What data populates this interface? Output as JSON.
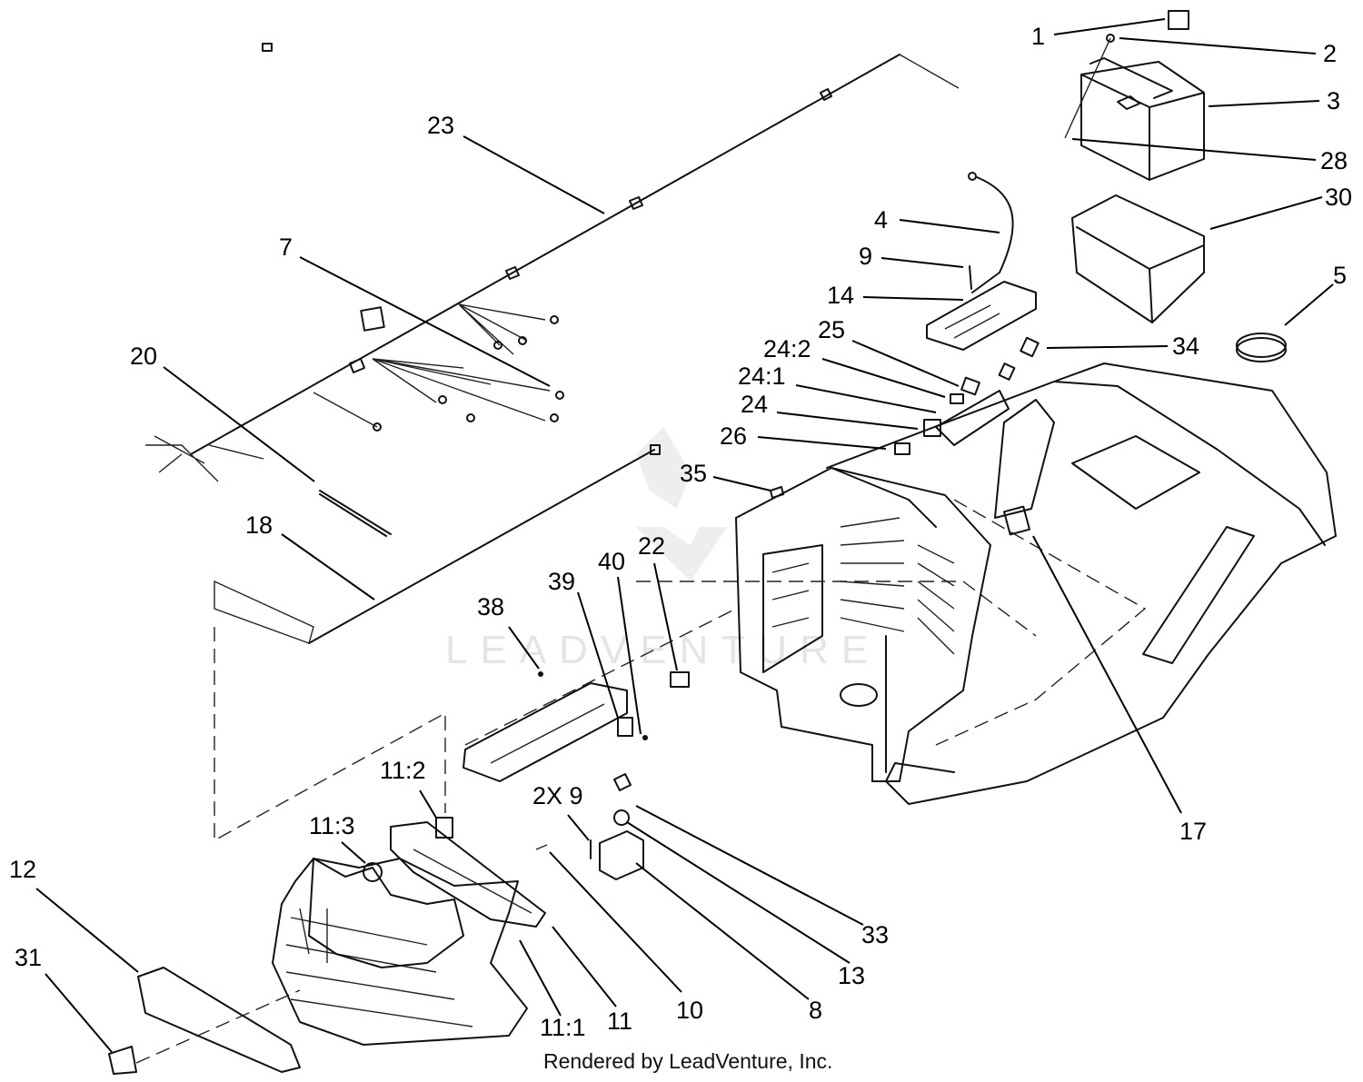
{
  "callouts": [
    {
      "id": "c1",
      "label": "1"
    },
    {
      "id": "c2",
      "label": "2"
    },
    {
      "id": "c3",
      "label": "3"
    },
    {
      "id": "c28",
      "label": "28"
    },
    {
      "id": "c30",
      "label": "30"
    },
    {
      "id": "c4",
      "label": "4"
    },
    {
      "id": "c9",
      "label": "9"
    },
    {
      "id": "c14",
      "label": "14"
    },
    {
      "id": "c5",
      "label": "5"
    },
    {
      "id": "c25",
      "label": "25"
    },
    {
      "id": "c24-2",
      "label": "24:2"
    },
    {
      "id": "c34",
      "label": "34"
    },
    {
      "id": "c24-1",
      "label": "24:1"
    },
    {
      "id": "c24",
      "label": "24"
    },
    {
      "id": "c26",
      "label": "26"
    },
    {
      "id": "c35",
      "label": "35"
    },
    {
      "id": "c23",
      "label": "23"
    },
    {
      "id": "c7",
      "label": "7"
    },
    {
      "id": "c20",
      "label": "20"
    },
    {
      "id": "c18",
      "label": "18"
    },
    {
      "id": "c40",
      "label": "40"
    },
    {
      "id": "c22",
      "label": "22"
    },
    {
      "id": "c39",
      "label": "39"
    },
    {
      "id": "c38",
      "label": "38"
    },
    {
      "id": "c17",
      "label": "17"
    },
    {
      "id": "c11-2",
      "label": "11:2"
    },
    {
      "id": "c2x9",
      "label": "2X 9"
    },
    {
      "id": "c11-3",
      "label": "11:3"
    },
    {
      "id": "c12",
      "label": "12"
    },
    {
      "id": "c31",
      "label": "31"
    },
    {
      "id": "c33",
      "label": "33"
    },
    {
      "id": "c13",
      "label": "13"
    },
    {
      "id": "c8",
      "label": "8"
    },
    {
      "id": "c10",
      "label": "10"
    },
    {
      "id": "c11",
      "label": "11"
    },
    {
      "id": "c11-1",
      "label": "11:1"
    }
  ],
  "watermark": "LEADVENTURE",
  "credit": "Rendered by LeadVenture, Inc."
}
